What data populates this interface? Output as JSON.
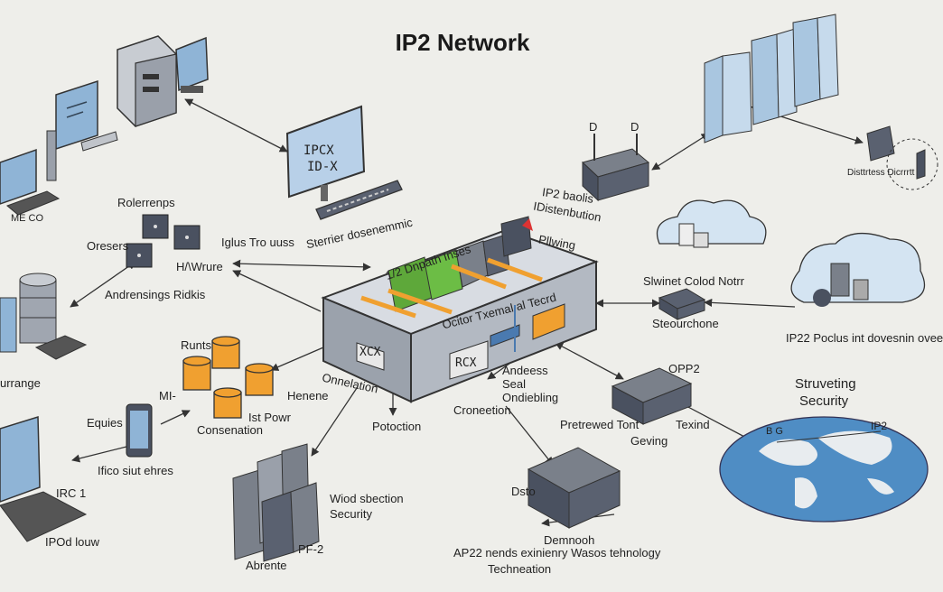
{
  "title": "IP2 Network",
  "labels": {
    "monitor_text_1": "IPCX",
    "monitor_text_2": "ID-X",
    "storage_router": "Sterrier dosenemmic",
    "top_left_pc": "ME CO",
    "relay": "Rolerrenps",
    "oresers": "Oresers",
    "iglus": "Iglus Tro uuss",
    "hardware": "H/\\Wrure",
    "andrensings": "Andrensings Ridkis",
    "storage_left": "urrange",
    "hub_top": "1/2 Dnpath Inses",
    "hub_mid": "Ocitor Txemal al Tecrd",
    "hub_xcx": "XCX",
    "hub_rcx": "RCX",
    "ip2_label": "IP2 baolis",
    "distribution": "IDistenbution",
    "routing": "Pllwing",
    "router_d1": "D",
    "router_d2": "D",
    "cloud_service": "Slwinet Colod Notrr",
    "storage_phone": "Steourchone",
    "right_cloud": "IP22 Poclus int dovesnin ovee",
    "runts": "Runts",
    "mi": "MI-",
    "henene": "Henene",
    "ist_powr": "Ist Powr",
    "consenation": "Consenation",
    "onneelation": "Onnelation",
    "potoction": "Potoction",
    "croneetion": "Croneetion",
    "anderses": "Andeess Seal Ondiebling",
    "opp2": "OPP2",
    "pretrewed": "Pretrewed Tont",
    "texind": "Texind",
    "geving": "Geving",
    "struveting": "Struveting",
    "security": "Security",
    "map_bg": "B G",
    "map_ip2": "IP2",
    "equies": "Equies",
    "ifico": "Ifico siut ehres",
    "irc1": "IRC 1",
    "ipod": "IPOd louw",
    "wiod": "Wiod sbection",
    "security2": "Security",
    "abrente": "Abrente",
    "pf2": "PF-2",
    "dsto": "Dsto",
    "demnooh": "Demnooh",
    "ap22": "AP22 nends exinienry Wasos tehnology",
    "techneation": "Techneation",
    "label_dsr": "Disttrtess Dicrrrtt"
  },
  "colors": {
    "background": "#eeeeea",
    "device_dark": "#4a5160",
    "device_mid": "#8a919c",
    "screen_blue": "#8fb4d6",
    "server_blue": "#a9c6e0",
    "accent_orange": "#f0a030",
    "accent_green": "#5ea83a",
    "map_blue": "#4f8dc4"
  }
}
